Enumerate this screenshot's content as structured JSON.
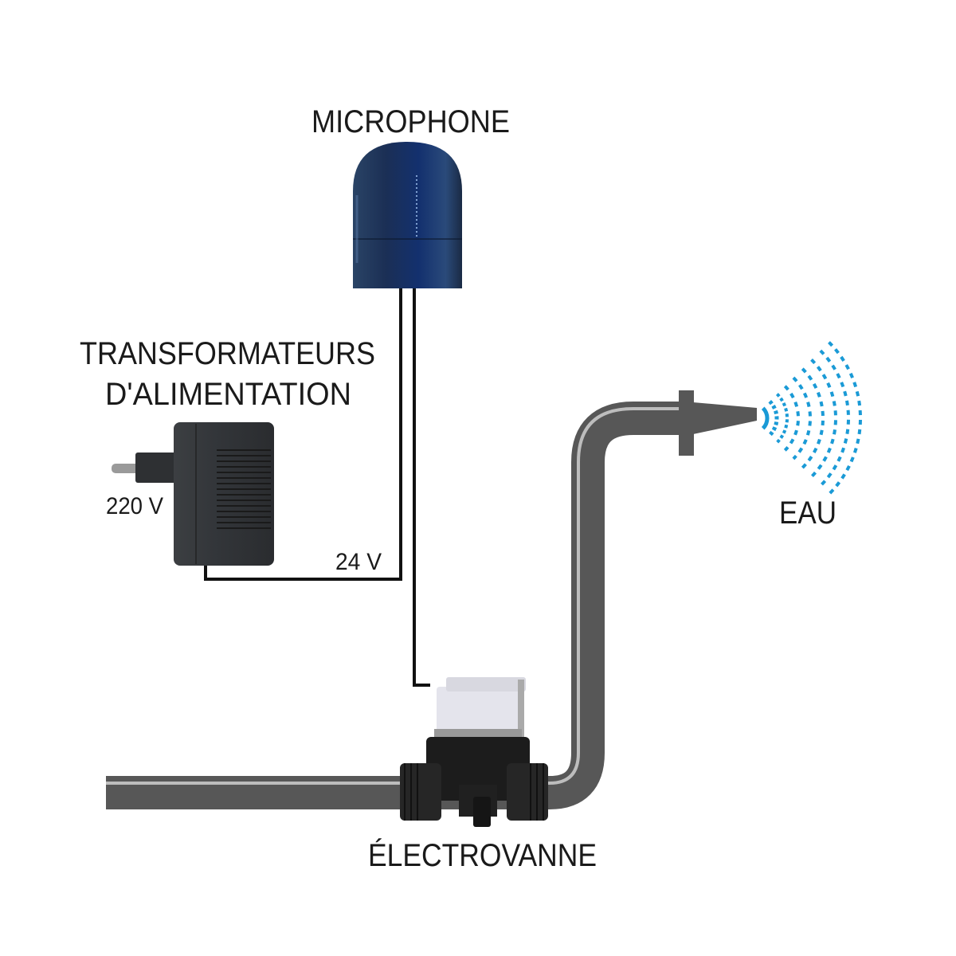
{
  "labels": {
    "microphone": "MICROPHONE",
    "transformer_line1": "TRANSFORMATEURS",
    "transformer_line2": "D'ALIMENTATION",
    "input_voltage": "220 V",
    "output_voltage": "24 V",
    "water": "EAU",
    "valve": "ÉLECTROVANNE"
  },
  "colors": {
    "pipe": "#575757",
    "pipe_highlight": "#b8b8b8",
    "water": "#1a9ad6",
    "microphone": "#1e3350",
    "wire": "#111111"
  }
}
